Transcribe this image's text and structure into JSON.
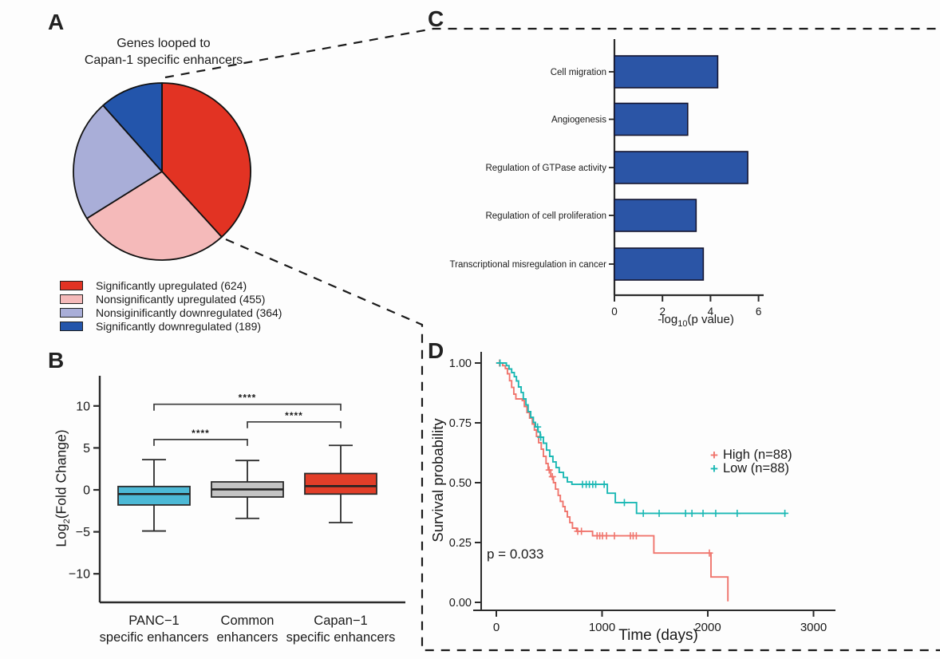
{
  "panels": {
    "a": {
      "label": "A"
    },
    "b": {
      "label": "B"
    },
    "c": {
      "label": "C"
    },
    "d": {
      "label": "D"
    }
  },
  "chart_data": [
    {
      "id": "genes-pie",
      "type": "pie",
      "title_lines": [
        "Genes looped to",
        "Capan-1 specific enhancers"
      ],
      "start_angle_deg": 0,
      "clockwise": true,
      "stroke": "#111111",
      "slices": [
        {
          "label": "Significantly upregulated (624)",
          "value": 624,
          "color": "#e23323"
        },
        {
          "label": "Nonsignificantly upregulated (455)",
          "value": 455,
          "color": "#f5baba"
        },
        {
          "label": "Nonsiginificantly downregulated (364)",
          "value": 364,
          "color": "#a9aed8"
        },
        {
          "label": "Significantly downregulated (189)",
          "value": 189,
          "color": "#2355ab"
        }
      ]
    },
    {
      "id": "fold-change-boxplot",
      "type": "box",
      "ylabel": {
        "pre": "Log",
        "sub": "2",
        "post": "(Fold Change)"
      },
      "ylim": [
        -13.5,
        13
      ],
      "yticks": [
        10,
        5,
        0,
        -5,
        -10
      ],
      "ytick_labels": [
        "10",
        "5",
        "0",
        "−5",
        "−10"
      ],
      "groups": [
        {
          "label_lines": [
            "PANC−1",
            "specific enhancers"
          ],
          "color": "#4cb9d6",
          "whisker_low": -4.9,
          "q1": -1.8,
          "median": -0.5,
          "q3": 0.4,
          "whisker_high": 3.6
        },
        {
          "label_lines": [
            "Common",
            "enhancers"
          ],
          "color": "#c4c4c4",
          "whisker_low": -3.4,
          "q1": -0.85,
          "median": 0.05,
          "q3": 0.95,
          "whisker_high": 3.5
        },
        {
          "label_lines": [
            "Capan−1",
            "specific enhancers"
          ],
          "color": "#e23e29",
          "whisker_low": -3.9,
          "q1": -0.5,
          "median": 0.45,
          "q3": 1.95,
          "whisker_high": 5.3
        }
      ],
      "significance": [
        {
          "from": 0,
          "to": 1,
          "y": 6.0,
          "label": "****"
        },
        {
          "from": 1,
          "to": 2,
          "y": 8.1,
          "label": "****"
        },
        {
          "from": 0,
          "to": 2,
          "y": 10.2,
          "label": "****"
        }
      ]
    },
    {
      "id": "go-enrichment-bars",
      "type": "bar",
      "orientation": "horizontal",
      "categories": [
        "Cell migration",
        "Angiogenesis",
        "Regulation of GTPase activity",
        "Regulation of cell proliferation",
        "Transcriptional misregulation in cancer"
      ],
      "values": [
        4.3,
        3.05,
        5.55,
        3.4,
        3.7
      ],
      "xlabel": {
        "pre": "-log",
        "sub": "10",
        "post": "(p value)"
      },
      "xlim": [
        0,
        6
      ],
      "xticks": [
        0,
        2,
        4,
        6
      ],
      "xtick_labels": [
        "0",
        "2",
        "4",
        "6"
      ],
      "bar_color": "#2b55a6",
      "bar_stroke": "#151530"
    },
    {
      "id": "survival-km",
      "type": "line",
      "xlabel": "Time (days)",
      "ylabel": "Survival probability",
      "xlim": [
        0,
        3000
      ],
      "xticks": [
        0,
        1000,
        2000,
        3000
      ],
      "xtick_labels": [
        "0",
        "1000",
        "2000",
        "3000"
      ],
      "ylim": [
        0,
        1
      ],
      "yticks": [
        0,
        0.25,
        0.5,
        0.75,
        1
      ],
      "ytick_labels": [
        "0.00",
        "0.25",
        "0.50",
        "0.75",
        "1.00"
      ],
      "p_value_text": "p = 0.033",
      "legend_position": "right",
      "series": [
        {
          "name": "High (n=88)",
          "color": "#f0756d",
          "steps": [
            [
              0,
              1.0
            ],
            [
              60,
              0.989
            ],
            [
              85,
              0.977
            ],
            [
              105,
              0.955
            ],
            [
              125,
              0.926
            ],
            [
              145,
              0.898
            ],
            [
              165,
              0.87
            ],
            [
              185,
              0.85
            ],
            [
              245,
              0.843
            ],
            [
              265,
              0.818
            ],
            [
              290,
              0.793
            ],
            [
              315,
              0.77
            ],
            [
              340,
              0.745
            ],
            [
              360,
              0.72
            ],
            [
              380,
              0.693
            ],
            [
              400,
              0.667
            ],
            [
              425,
              0.64
            ],
            [
              445,
              0.61
            ],
            [
              470,
              0.58
            ],
            [
              490,
              0.553
            ],
            [
              515,
              0.525
            ],
            [
              540,
              0.5
            ],
            [
              560,
              0.473
            ],
            [
              585,
              0.447
            ],
            [
              605,
              0.422
            ],
            [
              630,
              0.4
            ],
            [
              650,
              0.38
            ],
            [
              672,
              0.357
            ],
            [
              695,
              0.333
            ],
            [
              720,
              0.31
            ],
            [
              760,
              0.297
            ],
            [
              910,
              0.278
            ],
            [
              1490,
              0.206
            ],
            [
              2030,
              0.106
            ],
            [
              2190,
              0.004
            ]
          ],
          "censors": [
            [
              30,
              1.0
            ],
            [
              500,
              0.553
            ],
            [
              530,
              0.525
            ],
            [
              770,
              0.297
            ],
            [
              805,
              0.297
            ],
            [
              953,
              0.278
            ],
            [
              978,
              0.278
            ],
            [
              1004,
              0.278
            ],
            [
              1042,
              0.278
            ],
            [
              1117,
              0.278
            ],
            [
              1268,
              0.278
            ],
            [
              1294,
              0.278
            ],
            [
              1324,
              0.278
            ],
            [
              2015,
              0.206
            ]
          ]
        },
        {
          "name": "Low (n=88)",
          "color": "#1ab8b4",
          "steps": [
            [
              0,
              1.0
            ],
            [
              95,
              0.989
            ],
            [
              120,
              0.975
            ],
            [
              145,
              0.96
            ],
            [
              170,
              0.943
            ],
            [
              190,
              0.925
            ],
            [
              210,
              0.9
            ],
            [
              235,
              0.877
            ],
            [
              255,
              0.85
            ],
            [
              280,
              0.825
            ],
            [
              300,
              0.797
            ],
            [
              325,
              0.773
            ],
            [
              350,
              0.752
            ],
            [
              370,
              0.733
            ],
            [
              395,
              0.712
            ],
            [
              415,
              0.69
            ],
            [
              445,
              0.665
            ],
            [
              475,
              0.636
            ],
            [
              505,
              0.61
            ],
            [
              535,
              0.587
            ],
            [
              565,
              0.563
            ],
            [
              595,
              0.543
            ],
            [
              635,
              0.522
            ],
            [
              672,
              0.503
            ],
            [
              715,
              0.493
            ],
            [
              1050,
              0.456
            ],
            [
              1125,
              0.417
            ],
            [
              1326,
              0.372
            ],
            [
              2742,
              0.372
            ]
          ],
          "censors": [
            [
              35,
              1.0
            ],
            [
              390,
              0.733
            ],
            [
              420,
              0.69
            ],
            [
              815,
              0.493
            ],
            [
              850,
              0.493
            ],
            [
              880,
              0.493
            ],
            [
              912,
              0.493
            ],
            [
              940,
              0.493
            ],
            [
              1020,
              0.493
            ],
            [
              1211,
              0.417
            ],
            [
              1390,
              0.372
            ],
            [
              1540,
              0.372
            ],
            [
              1790,
              0.372
            ],
            [
              1850,
              0.372
            ],
            [
              1955,
              0.372
            ],
            [
              2075,
              0.372
            ],
            [
              2278,
              0.372
            ],
            [
              2729,
              0.372
            ]
          ]
        }
      ]
    }
  ],
  "callout": {
    "dash_color": "#1a1a1a"
  }
}
